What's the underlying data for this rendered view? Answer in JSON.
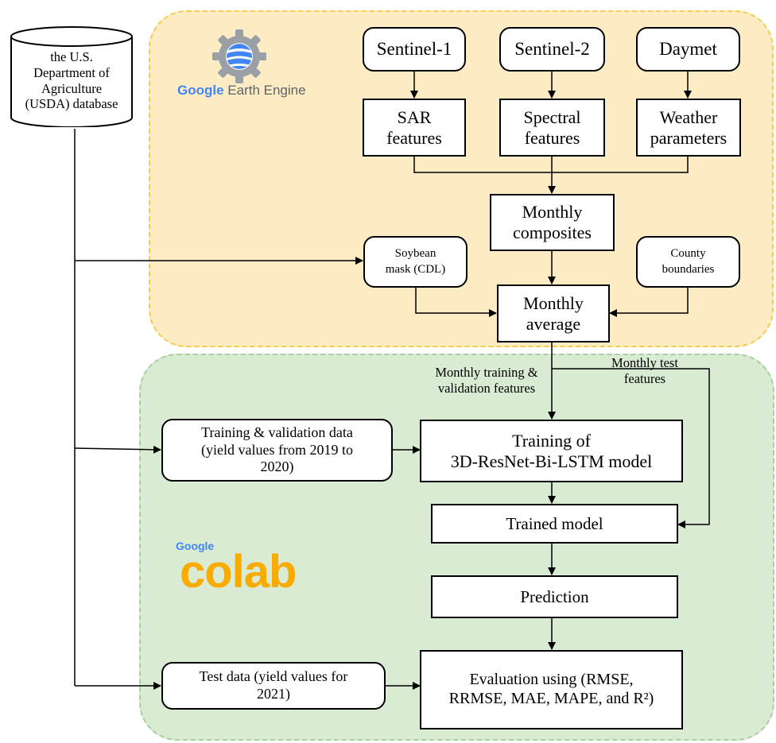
{
  "database": {
    "label": "the U.S.\nDepartment of\nAgriculture\n(USDA) database"
  },
  "gee": {
    "logo_google": "Google",
    "logo_rest": " Earth Engine",
    "icon": "earth-engine-gear-icon"
  },
  "colab": {
    "logo_google": "Google",
    "logo_word": "colab"
  },
  "nodes": {
    "sentinel1": "Sentinel-1",
    "sentinel2": "Sentinel-2",
    "daymet": "Daymet",
    "sar": "SAR\nfeatures",
    "spectral": "Spectral\nfeatures",
    "weather": "Weather\nparameters",
    "composites": "Monthly\ncomposites",
    "soybean_mask": "Soybean\nmask (CDL)",
    "county": "County\nboundaries",
    "average": "Monthly\naverage",
    "train_data": "Training & validation data\n(yield values from 2019 to\n2020)",
    "training": "Training of\n3D-ResNet-Bi-LSTM model",
    "trained": "Trained model",
    "prediction": "Prediction",
    "test_data": "Test data (yield values for\n2021)",
    "evaluation": "Evaluation using (RMSE,\nRRMSE, MAE, MAPE, and R²)"
  },
  "edge_labels": {
    "train_features": "Monthly training &\nvalidation features",
    "test_features": "Monthly test\nfeatures"
  },
  "colors": {
    "gee_fill": "#fdebc4",
    "gee_border": "#f6cc4e",
    "colab_fill": "#d9ebd3",
    "colab_border": "#a9cf9f",
    "google_blue": "#4285f4",
    "colab_orange": "#f9ab00"
  }
}
